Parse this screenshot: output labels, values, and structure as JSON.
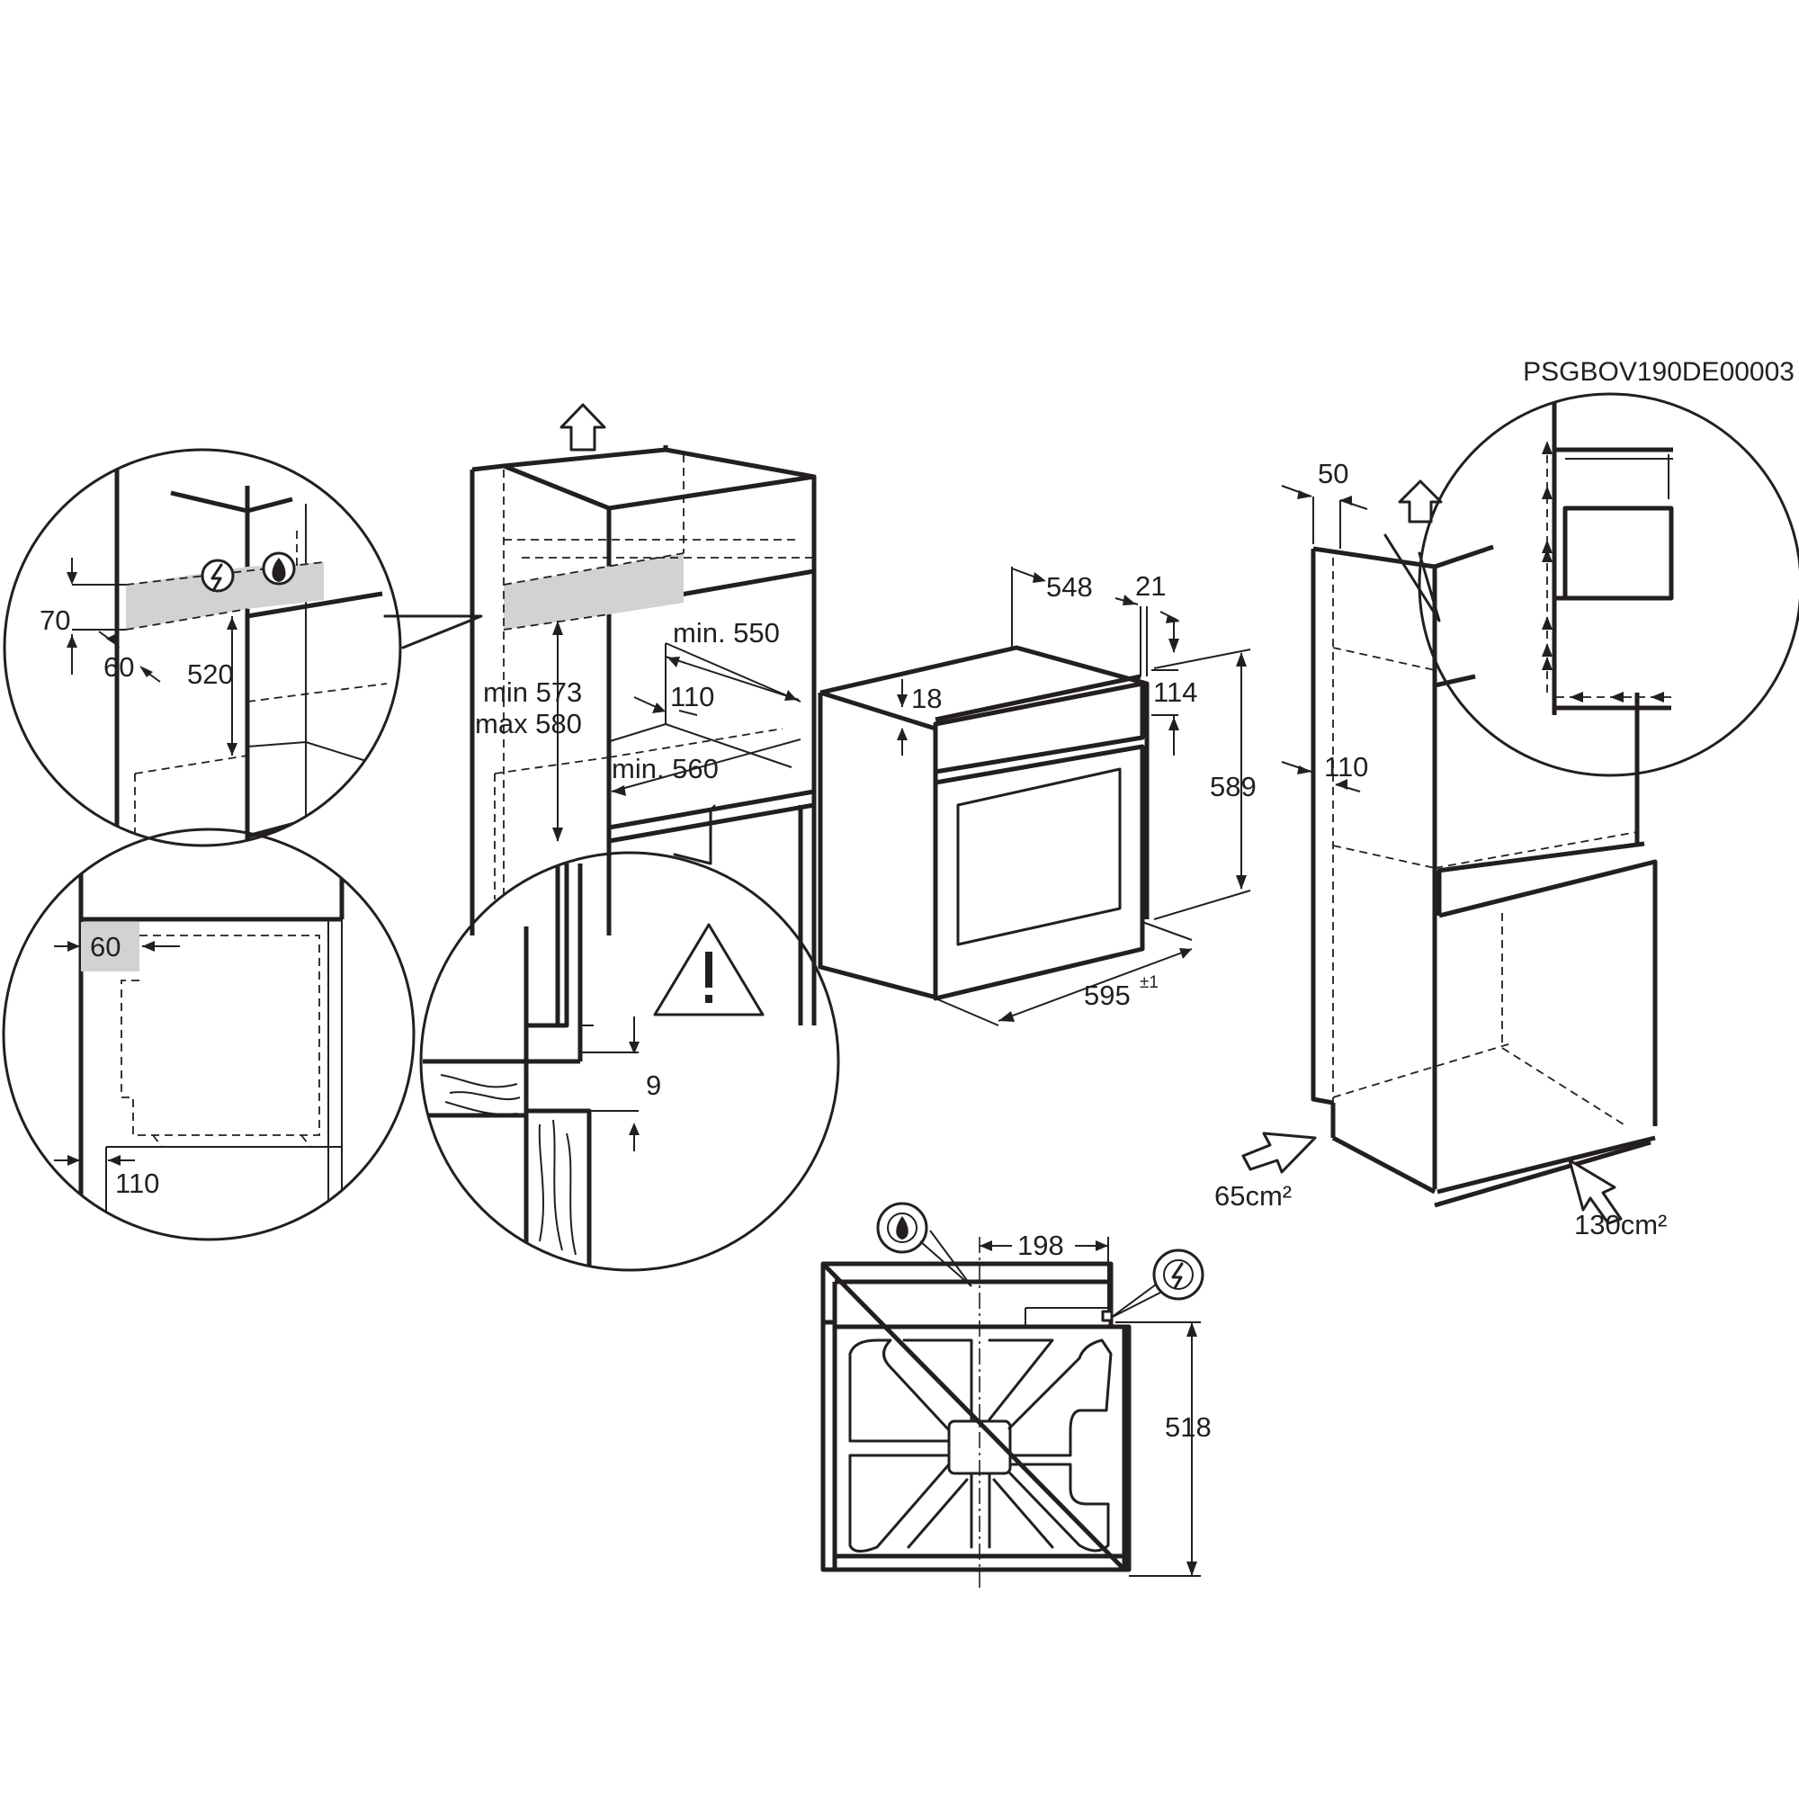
{
  "diagram": {
    "reference_code": "PSGBOV190DE00003",
    "labels": {
      "detail_top_70": "70",
      "detail_top_60": "60",
      "detail_top_520": "520",
      "detail_side_60": "60",
      "detail_side_110": "110",
      "cabinet_min_label": "min 573",
      "cabinet_max_label": "max 580",
      "cabinet_min_550": "min. 550",
      "cabinet_110": "110",
      "cabinet_min_560": "min. 560",
      "gap_9": "9",
      "oven_548": "548",
      "oven_21": "21",
      "oven_18": "18",
      "oven_114": "114",
      "oven_589": "589",
      "oven_595": "595",
      "oven_595_tol": "±1",
      "column_50": "50",
      "column_110": "110",
      "vent_65": "65cm²",
      "vent_130": "130cm²",
      "top_198": "198",
      "top_518": "518"
    },
    "icons": [
      "electric-connection-icon",
      "gas-connection-icon",
      "warning-triangle-icon",
      "airflow-arrow-icon"
    ]
  }
}
